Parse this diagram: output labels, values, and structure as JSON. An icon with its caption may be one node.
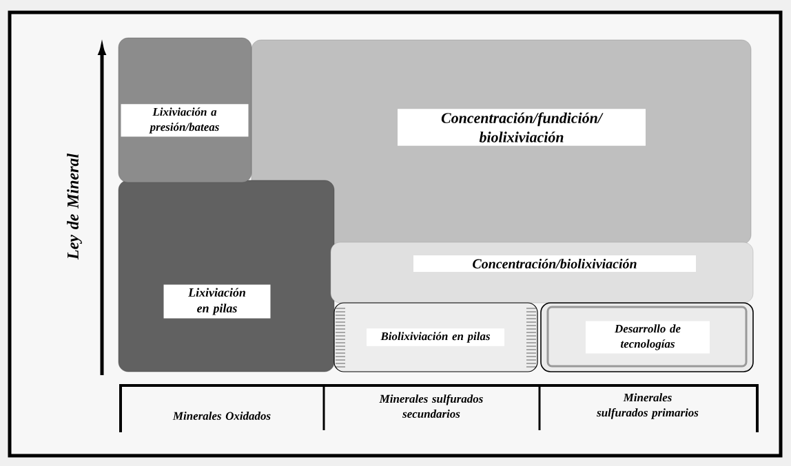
{
  "diagram": {
    "nodes": [
      {
        "text": [
          "Lixiviación a presión/bateas"
        ]
      },
      {
        "text": [
          "Concentración/fundición/ biolixiviación"
        ]
      },
      {
        "text": [
          "Concentración/biolixiviación"
        ]
      },
      {
        "text": [
          "Lixiviación en pilas"
        ]
      },
      {
        "text": [
          "Biolixiviación en pilas"
        ]
      },
      {
        "text": [
          "Desarrollo de tecnologías"
        ]
      }
    ],
    "labels": [
      "Ley de Mineral",
      "Minerales Oxidados",
      "Minerales sulfurados secundarios",
      "Minerales sulfurados primarios"
    ]
  }
}
